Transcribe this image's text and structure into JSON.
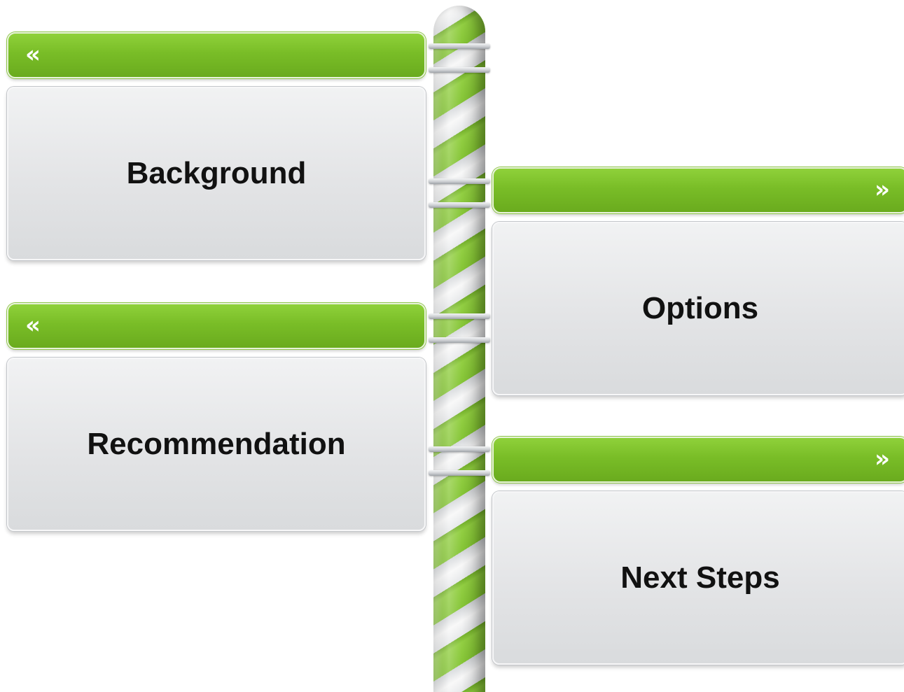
{
  "signs": [
    {
      "direction": "left",
      "arrow": "«",
      "label": "Background"
    },
    {
      "direction": "right",
      "arrow": "»",
      "label": "Options"
    },
    {
      "direction": "left",
      "arrow": "«",
      "label": "Recommendation"
    },
    {
      "direction": "right",
      "arrow": "»",
      "label": "Next Steps"
    }
  ],
  "colors": {
    "header_green": "#7dbf2a",
    "pole_stripe_green": "#7fc22c",
    "panel_gray": "#e3e4e6",
    "label_text": "#111111"
  }
}
